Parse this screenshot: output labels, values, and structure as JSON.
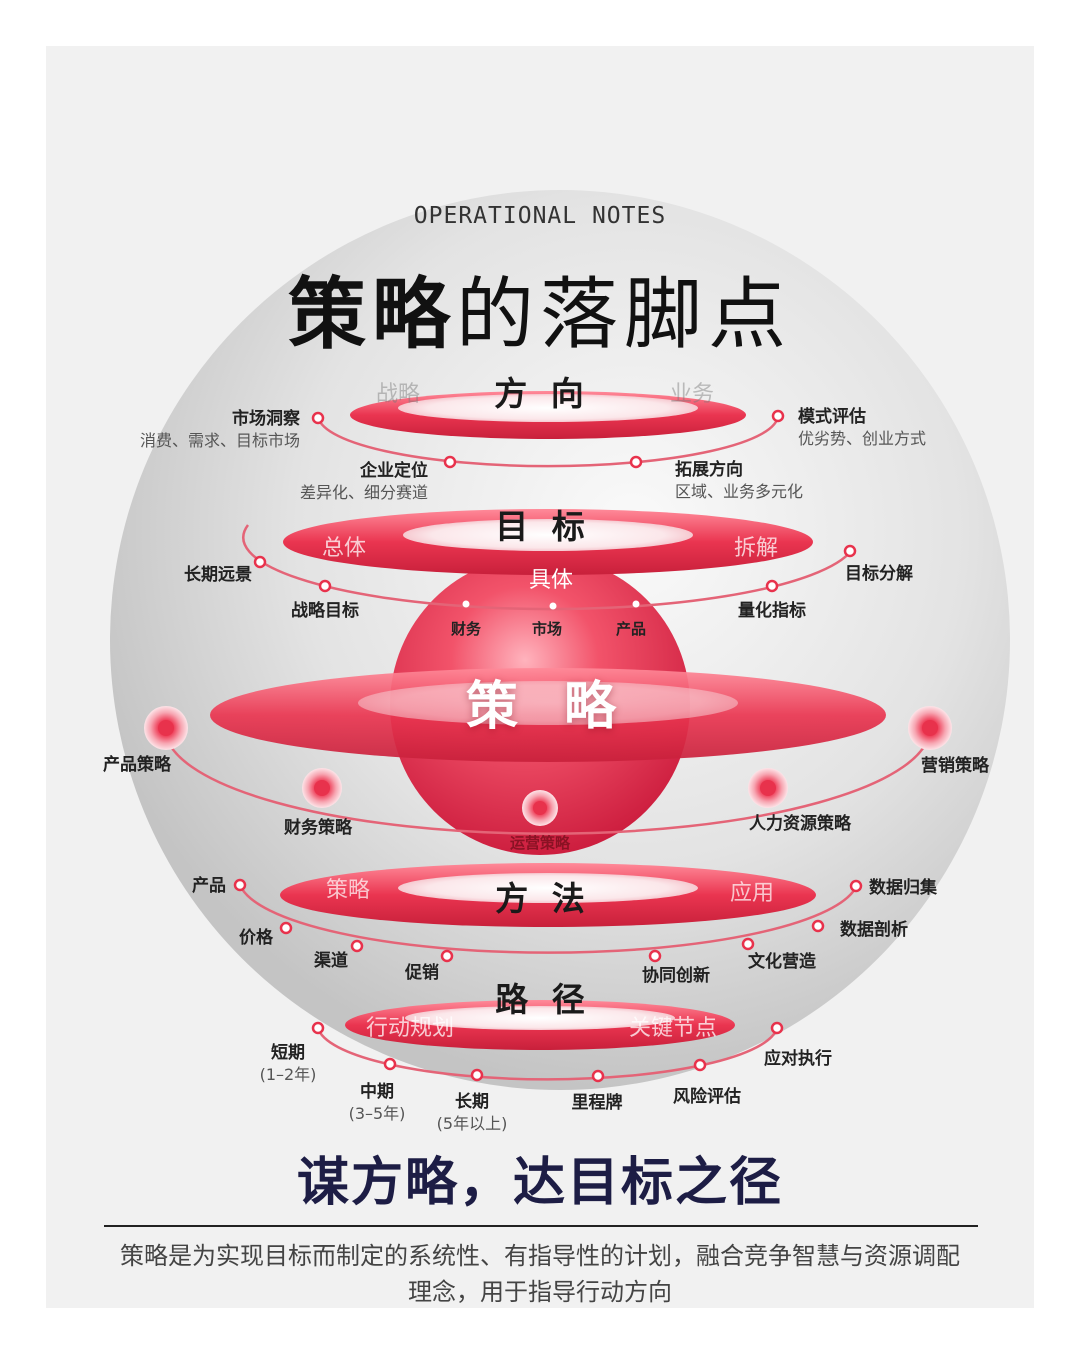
{
  "header": {
    "subtitle": "OPERATIONAL NOTES",
    "title_bold": "策略",
    "title_light": "的落脚点"
  },
  "layers": {
    "direction": {
      "title": "方 向",
      "left_word": "战略",
      "right_word": "业务",
      "labels": [
        {
          "name": "市场洞察",
          "sub": "消费、需求、目标市场"
        },
        {
          "name": "企业定位",
          "sub": "差异化、细分赛道"
        },
        {
          "name": "模式评估",
          "sub": "优劣势、创业方式"
        },
        {
          "name": "拓展方向",
          "sub": "区域、业务多元化"
        }
      ]
    },
    "goal": {
      "title": "目 标",
      "left_word": "总体",
      "right_word": "拆解",
      "center_word": "具体",
      "labels": [
        "长期远景",
        "战略目标",
        "目标分解",
        "量化指标",
        "财务",
        "市场",
        "产品"
      ]
    },
    "strategy": {
      "title": "策 略",
      "labels": [
        "产品策略",
        "财务策略",
        "运营策略",
        "人力资源策略",
        "营销策略"
      ]
    },
    "method": {
      "title": "方 法",
      "left_word": "策略",
      "right_word": "应用",
      "labels": [
        "产品",
        "价格",
        "渠道",
        "促销",
        "协同创新",
        "文化营造",
        "数据剖析",
        "数据归集"
      ]
    },
    "path": {
      "title": "路 径",
      "left_word": "行动规划",
      "right_word": "关键节点",
      "labels": [
        {
          "name": "短期",
          "sub": "(1–2年)"
        },
        {
          "name": "中期",
          "sub": "(3–5年)"
        },
        {
          "name": "长期",
          "sub": "(5年以上)"
        },
        {
          "name": "里程牌"
        },
        {
          "name": "风险评估"
        },
        {
          "name": "应对执行"
        }
      ]
    }
  },
  "footer": {
    "slogan": "谋方略，达目标之径",
    "description": "策略是为实现目标而制定的系统性、有指导性的计划，融合竞争智慧与资源调配理念，用于指导行动方向"
  },
  "colors": {
    "ring": "#e8324c",
    "ring_dark": "#c41a34",
    "slogan": "#1d1d45"
  }
}
